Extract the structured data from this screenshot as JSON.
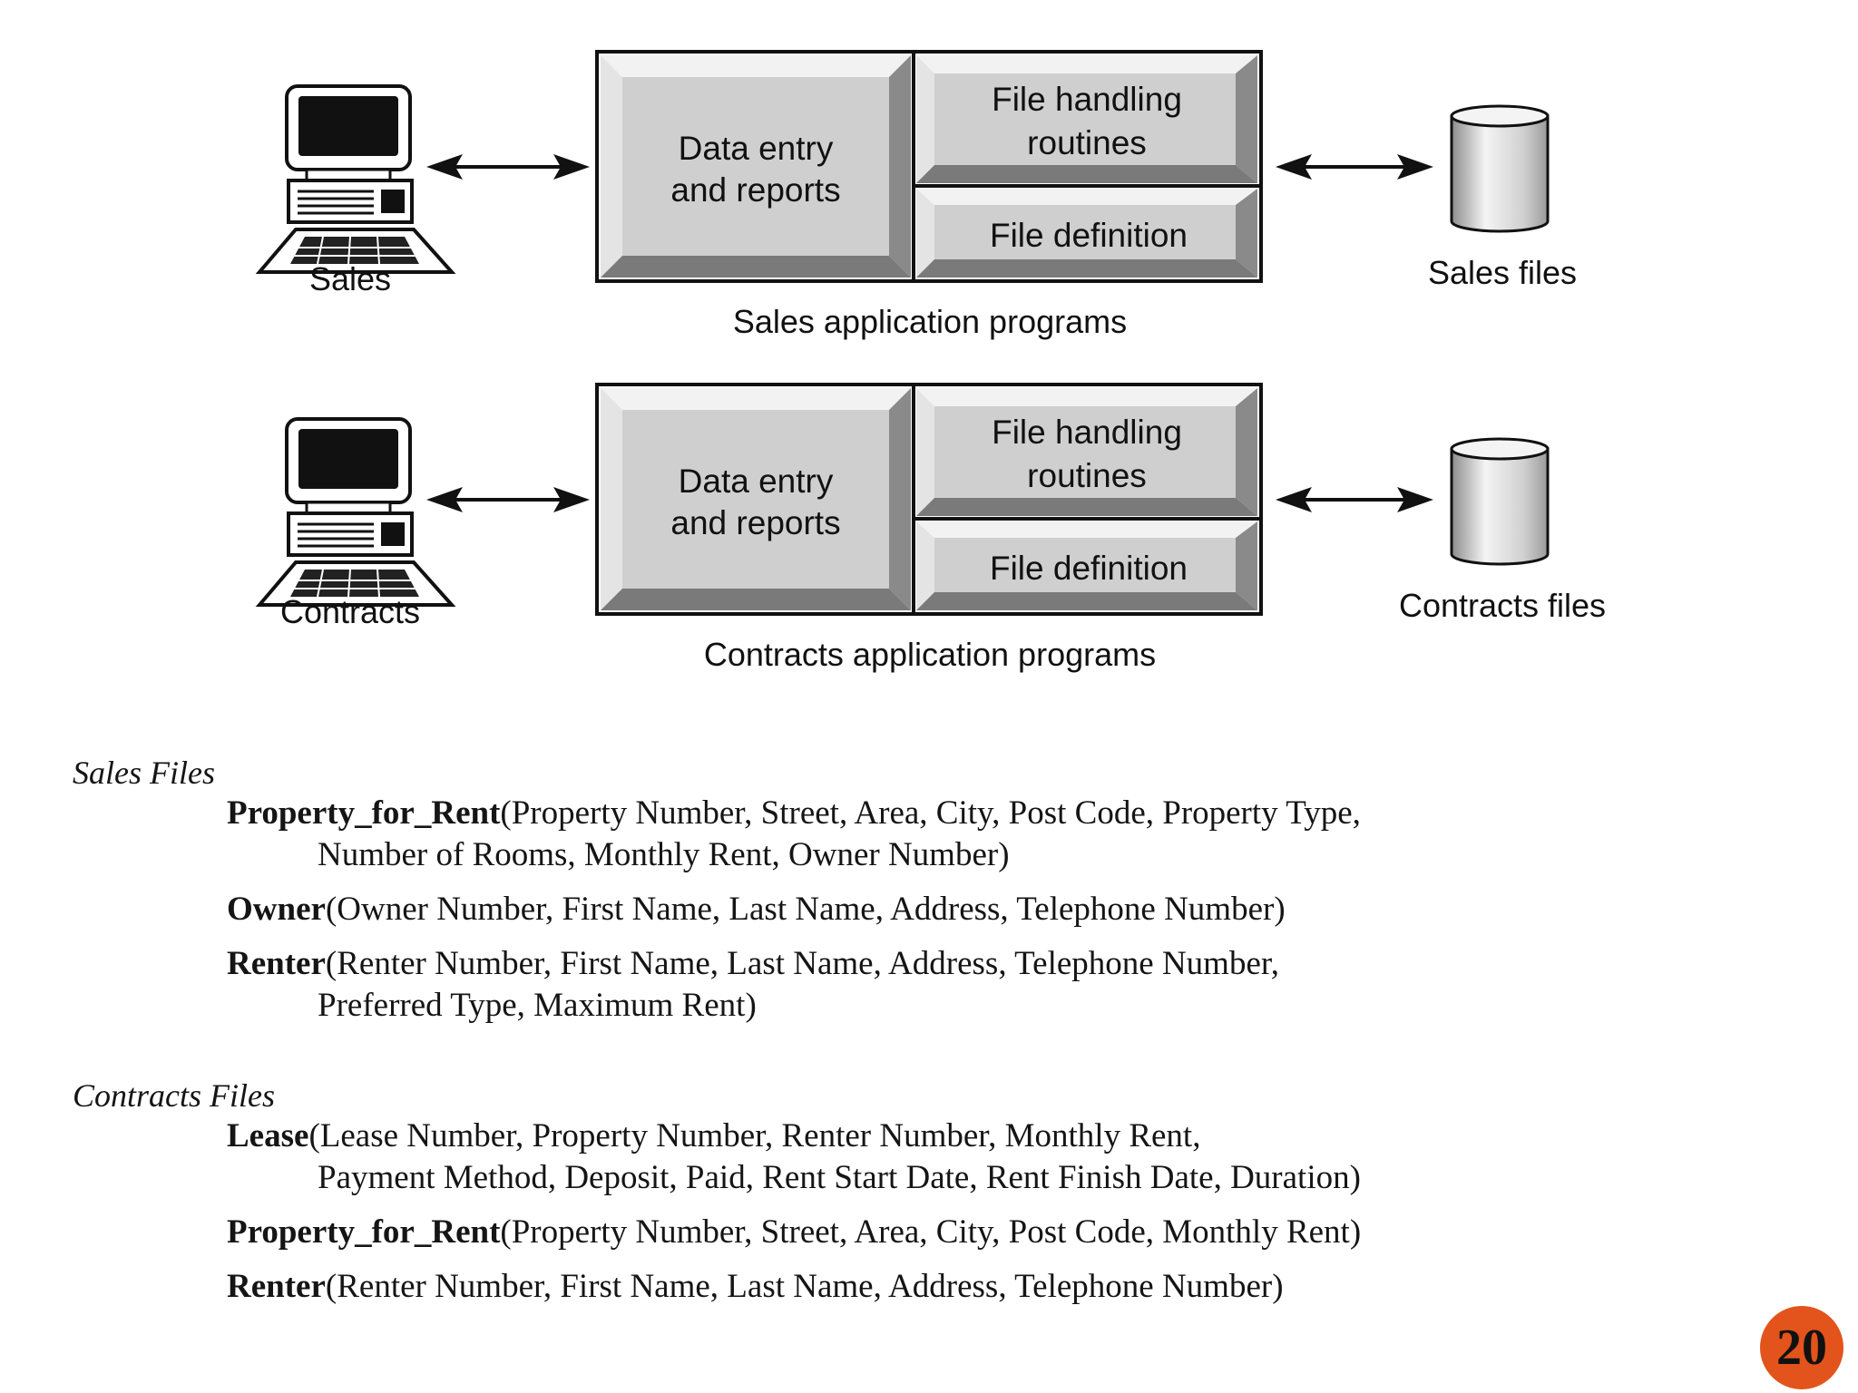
{
  "diagram": {
    "rows": [
      {
        "user_label": "Sales",
        "box_left": "Data entry\nand reports",
        "box_top_right_1": "File handling",
        "box_top_right_2": "routines",
        "box_bottom_right": "File definition",
        "programs_label": "Sales application programs",
        "files_label": "Sales files"
      },
      {
        "user_label": "Contracts",
        "box_left": "Data entry\nand reports",
        "box_top_right_1": "File handling",
        "box_top_right_2": "routines",
        "box_bottom_right": "File definition",
        "programs_label": "Contracts application programs",
        "files_label": "Contracts files"
      }
    ]
  },
  "sections": [
    {
      "title": "Sales Files",
      "entries": [
        {
          "name": "Property_for_Rent",
          "line1": "(Property Number, Street, Area, City, Post Code, Property Type,",
          "line2": "Number of Rooms, Monthly Rent, Owner Number)"
        },
        {
          "name": "Owner",
          "line1": "(Owner Number, First Name, Last Name, Address, Telephone Number)",
          "line2": ""
        },
        {
          "name": "Renter",
          "line1": "(Renter Number, First Name, Last Name, Address, Telephone Number,",
          "line2": "Preferred Type, Maximum Rent)"
        }
      ]
    },
    {
      "title": "Contracts Files",
      "entries": [
        {
          "name": "Lease",
          "line1": "(Lease Number, Property Number, Renter Number, Monthly Rent,",
          "line2": "Payment Method, Deposit, Paid, Rent Start Date, Rent Finish Date, Duration)"
        },
        {
          "name": "Property_for_Rent",
          "line1": "(Property Number, Street, Area, City, Post Code, Monthly Rent)",
          "line2": ""
        },
        {
          "name": "Renter",
          "line1": "(Renter Number, First Name, Last Name, Address, Telephone Number)",
          "line2": ""
        }
      ]
    }
  ],
  "page_number": "20"
}
